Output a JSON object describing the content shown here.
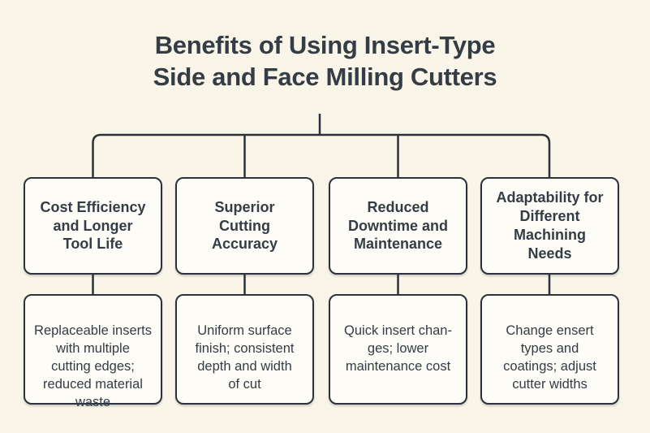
{
  "title": "Benefits of Using Insert-Type\nSide and Face Milling Cutters",
  "colors": {
    "background": "#f9f5e8",
    "box_fill": "#fdfcf6",
    "line": "#2b323b",
    "text": "#343c45"
  },
  "branches": [
    {
      "header": "Cost Efficiency\nand Longer\nTool Life",
      "detail": "Replaceable inserts\nwith multiple\ncutting edges;\nreduced material\nwaste"
    },
    {
      "header": "Superior\nCutting\nAccuracy",
      "detail": "Uniform surface\nfinish; consistent\ndepth and width\nof cut"
    },
    {
      "header": "Reduced\nDowntime and\nMaintenance",
      "detail": "Quick insert chan-\nges; lower\nmaintenance cost"
    },
    {
      "header": "Adaptability for\nDifferent\nMachining\nNeeds",
      "detail": "Change ensert\ntypes and\ncoatings; adjust\ncutter widths"
    }
  ]
}
